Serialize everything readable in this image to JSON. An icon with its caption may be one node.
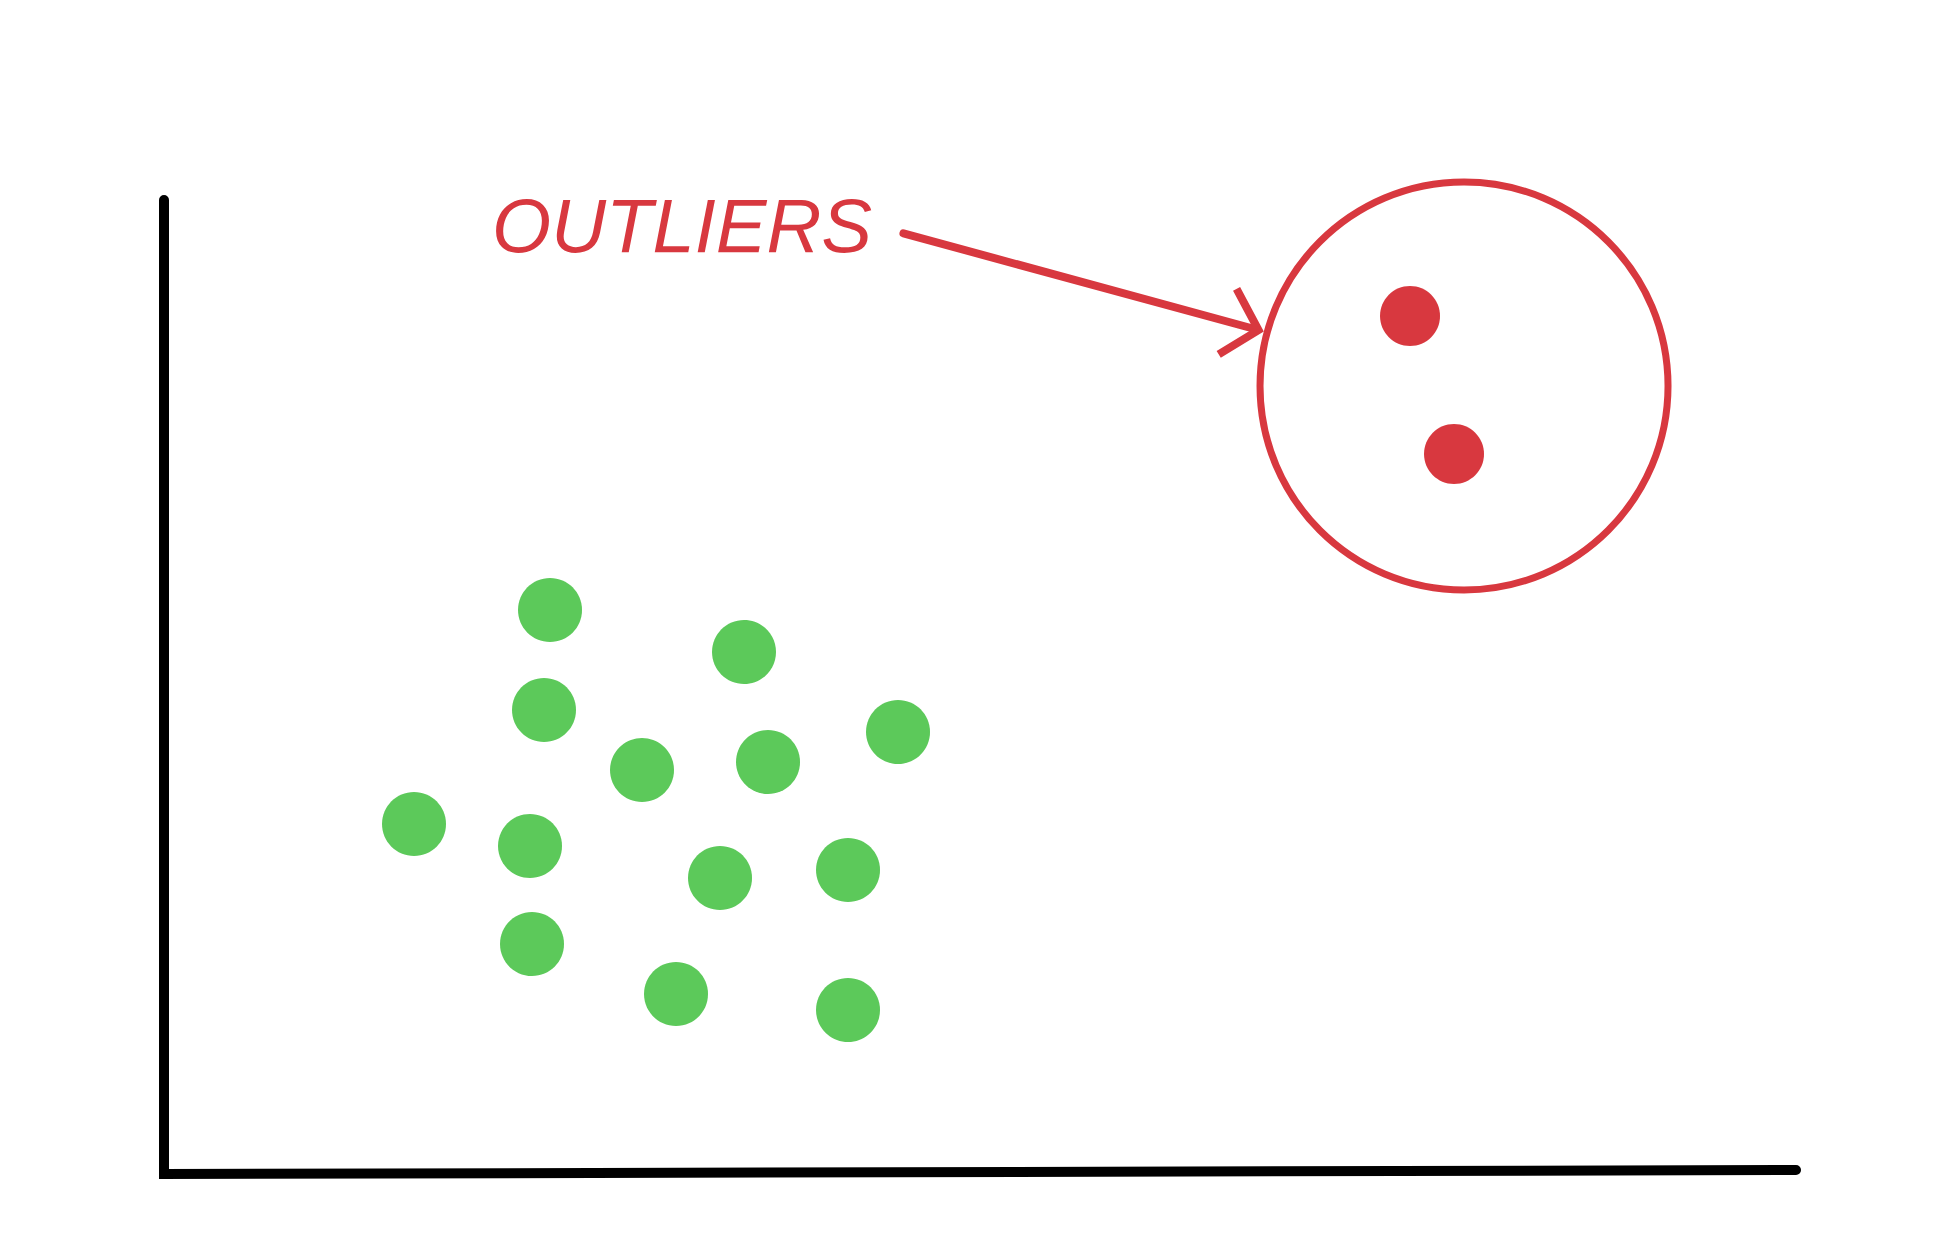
{
  "diagram": {
    "nodes": [
      {
        "text": [
          "OUTLIERS"
        ]
      },
      {
        "text": [],
        "shape": "circle"
      }
    ],
    "edges": [
      {
        "from": 0,
        "to": 1,
        "arrow": "to"
      }
    ]
  }
}
